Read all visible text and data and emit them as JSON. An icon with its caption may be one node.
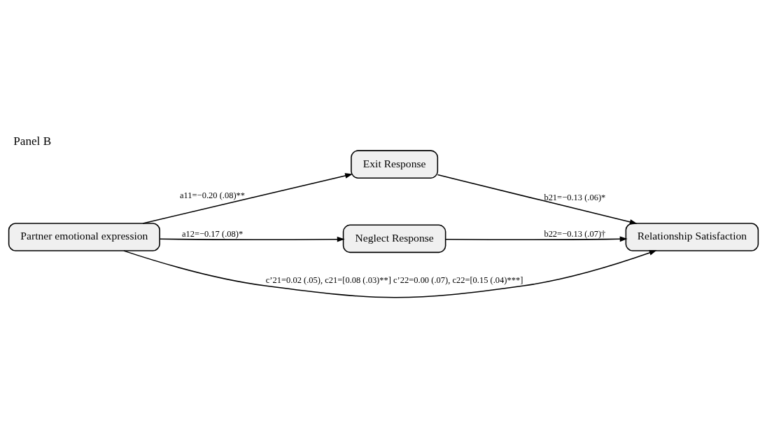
{
  "diagram": {
    "title": "Panel B",
    "nodes": [
      {
        "text": [
          "Partner emotional expression"
        ]
      },
      {
        "text": [
          "Exit Response"
        ]
      },
      {
        "text": [
          "Neglect Response"
        ]
      },
      {
        "text": [
          "Relationship Satisfaction"
        ]
      }
    ],
    "edges": [
      {
        "from": 0,
        "to": 1,
        "arrow": "to",
        "label": "a11=−0.20 (.08)**"
      },
      {
        "from": 1,
        "to": 3,
        "arrow": "to",
        "label": "b21=−0.13 (.06)*"
      },
      {
        "from": 0,
        "to": 3,
        "arrow": "to",
        "label": "c’21=0.02 (.05), c21=[0.08 (.03)**] c’22=0.00 (.07), c22=[0.15 (.04)***]"
      },
      {
        "from": 0,
        "to": 2,
        "arrow": "to",
        "label": "a12=−0.17 (.08)*"
      },
      {
        "from": 2,
        "to": 3,
        "arrow": "to",
        "label": "b22=−0.13 (.07)†"
      }
    ]
  }
}
